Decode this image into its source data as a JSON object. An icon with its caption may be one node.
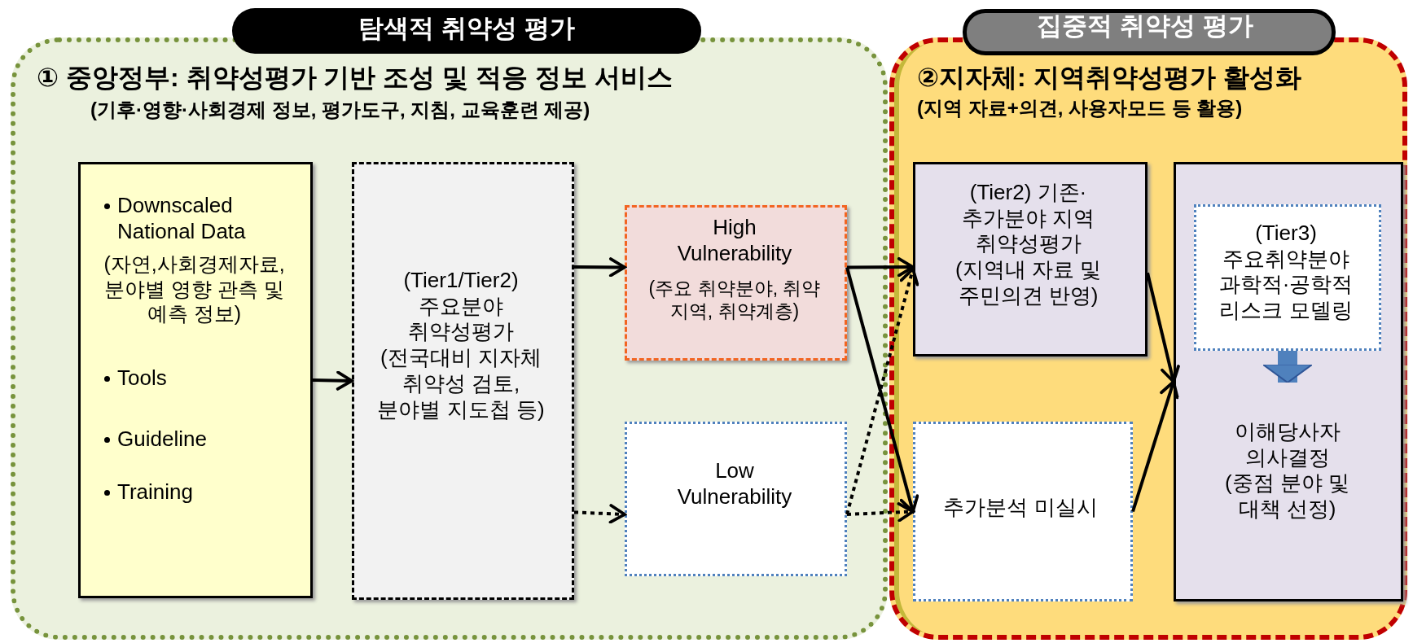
{
  "diagram": {
    "nodes": [
      {
        "text": [
          "탐색적 취약성 평가"
        ]
      },
      {
        "text": [
          "① 중앙정부: 취약성평가 기반 조성 및 적응 정보 서비스",
          "(기후·영향·사회경제 정보, 평가도구, 지침, 교육훈련 제공)"
        ]
      },
      {
        "text": [
          "Downscaled National Data",
          "(자연,사회경제자료, 분야별 영향 관측 및 예측 정보)",
          "Tools",
          "Guideline",
          "Training"
        ],
        "in": 1
      },
      {
        "text": [
          "(Tier1/Tier2) 주요분야 취약성평가 (전국대비 지자체 취약성 검토, 분야별 지도첩 등)"
        ],
        "in": 1
      },
      {
        "text": [
          "High Vulnerability",
          "(주요 취약분야, 취약 지역, 취약계층)"
        ],
        "in": 1
      },
      {
        "text": [
          "Low Vulnerability"
        ],
        "in": 1
      },
      {
        "text": [
          "집중적 취약성 평가"
        ]
      },
      {
        "text": [
          "②지자체: 지역취약성평가 활성화",
          "(지역 자료+의견, 사용자모드 등 활용)"
        ]
      },
      {
        "text": [
          "(Tier2) 기존·추가분야 지역 취약성평가 (지역내 자료 및 주민의견 반영)"
        ],
        "in": 7
      },
      {
        "text": [
          "추가분석 미실시"
        ],
        "in": 7
      },
      {
        "text": [],
        "shape": "box",
        "in": 7
      },
      {
        "text": [
          "(Tier3) 주요취약분야 과학적·공학적 리스크 모델링"
        ],
        "in": 10
      },
      {
        "text": [
          "이해당사자 의사결정 (중점 분야 및 대책 선정)"
        ],
        "in": 10
      }
    ],
    "edges": [
      {
        "from": 2,
        "to": 3,
        "arrow": "to"
      },
      {
        "from": 3,
        "to": 4,
        "arrow": "to"
      },
      {
        "from": 3,
        "to": 5,
        "arrow": "to",
        "style": "dashed"
      },
      {
        "from": 4,
        "to": 8,
        "arrow": "to"
      },
      {
        "from": 4,
        "to": 9,
        "arrow": "to"
      },
      {
        "from": 5,
        "to": 8,
        "arrow": "to",
        "style": "dashed"
      },
      {
        "from": 5,
        "to": 9,
        "arrow": "to",
        "style": "dashed"
      },
      {
        "from": 8,
        "to": 10,
        "arrow": "to"
      },
      {
        "from": 9,
        "to": 10,
        "arrow": "to"
      },
      {
        "from": 11,
        "to": 12,
        "arrow": "to",
        "style": "thick",
        "color": "#4f81bd"
      }
    ]
  }
}
